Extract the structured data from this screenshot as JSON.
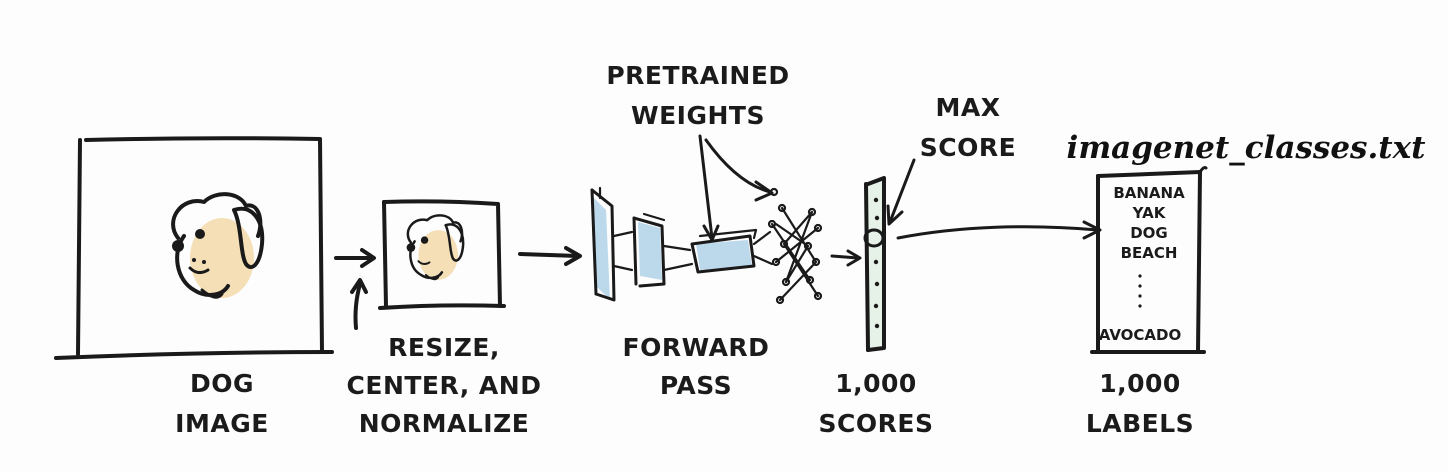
{
  "diagram": {
    "steps": {
      "image": {
        "line1": "DOG",
        "line2": "IMAGE"
      },
      "preprocess": {
        "line1": "RESIZE,",
        "line2": "CENTER, AND",
        "line3": "NORMALIZE"
      },
      "forward": {
        "line1": "FORWARD",
        "line2": "PASS"
      },
      "weights": {
        "line1": "PRETRAINED",
        "line2": "WEIGHTS"
      },
      "scores": {
        "line1": "1,000",
        "line2": "SCORES"
      },
      "max": {
        "line1": "MAX",
        "line2": "SCORE"
      },
      "labels": {
        "line1": "1,000",
        "line2": "LABELS"
      },
      "file": {
        "name": "imagenet_classes.txt"
      }
    },
    "label_list": [
      "BANANA",
      "YAK",
      "DOG",
      "BEACH",
      "AVOCADO"
    ]
  },
  "colors": {
    "ink": "#1a1a1a",
    "layer_fill": "#bcd9ec",
    "dog_shade": "#f4dfb6"
  }
}
